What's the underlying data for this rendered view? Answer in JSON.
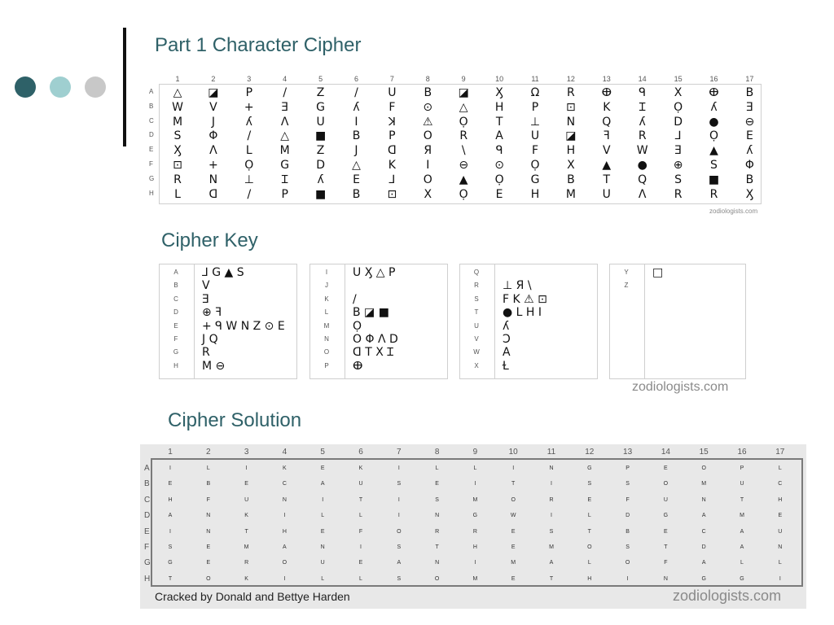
{
  "colors": {
    "dot1": "#2e6168",
    "dot2": "#9fcfd0",
    "dot3": "#c8c8c8",
    "heading": "#2f6168"
  },
  "part1": {
    "title": "Part 1 Character Cipher",
    "columns": [
      "1",
      "2",
      "3",
      "4",
      "5",
      "6",
      "7",
      "8",
      "9",
      "10",
      "11",
      "12",
      "13",
      "14",
      "15",
      "16",
      "17"
    ],
    "rows": [
      "A",
      "B",
      "C",
      "D",
      "E",
      "F",
      "G",
      "H"
    ],
    "cells": [
      [
        "△",
        "◪",
        "P",
        "/",
        "Z",
        "/",
        "U",
        "B",
        "◪",
        "Ӽ",
        "Ω",
        "R",
        "ⴲ",
        "ᑫ",
        "X",
        "ⴲ",
        "B"
      ],
      [
        "W",
        "V",
        "+",
        "Ǝ",
        "G",
        "ʎ",
        "F",
        "⊙",
        "△",
        "H",
        "P",
        "⊡",
        "K",
        "Ɪ",
        "Ọ",
        "ʎ",
        "Ǝ"
      ],
      [
        "M",
        "J",
        "ʎ",
        "Λ",
        "U",
        "I",
        "ꓘ",
        "⚠",
        "Ọ",
        "T",
        "⊥",
        "N",
        "Q",
        "ʎ",
        "D",
        "●",
        "⊖"
      ],
      [
        "S",
        "Φ",
        "/",
        "△",
        "■",
        "B",
        "P",
        "O",
        "R",
        "A",
        "U",
        "◪",
        "ꟻ",
        "R",
        "⅃",
        "Ọ",
        "E"
      ],
      [
        "Ӽ",
        "Λ",
        "L",
        "M",
        "Z",
        "J",
        "ᗡ",
        "Я",
        "\\",
        "ᑫ",
        "F",
        "H",
        "V",
        "W",
        "Ǝ",
        "▲",
        "ʎ"
      ],
      [
        "⊡",
        "+",
        "Ọ",
        "G",
        "D",
        "△",
        "K",
        "I",
        "⊖",
        "⊙",
        "Ọ",
        "X",
        "▲",
        "●",
        "⊕",
        "S",
        "Φ"
      ],
      [
        "R",
        "N",
        "⊥",
        "Ɪ",
        "ʎ",
        "E",
        "⅃",
        "O",
        "▲",
        "Ọ",
        "G",
        "B",
        "T",
        "Q",
        "S",
        "■",
        "B"
      ],
      [
        "L",
        "ᗡ",
        "/",
        "P",
        "■",
        "B",
        "⊡",
        "X",
        "Ọ",
        "E",
        "H",
        "M",
        "U",
        "Λ",
        "R",
        "R",
        "Ӽ"
      ]
    ],
    "credit": "zodiologists.com"
  },
  "key": {
    "title": "Cipher Key",
    "panels": [
      {
        "letters": [
          "A",
          "B",
          "C",
          "D",
          "E",
          "F",
          "G",
          "H"
        ],
        "symbols": [
          "⅃ G ▲ S",
          "V",
          "Ǝ",
          "⊕ ꟻ",
          "+ ᑫ W N Z ⊙ E",
          "J Q",
          "R",
          "M ⊖"
        ]
      },
      {
        "letters": [
          "I",
          "J",
          "K",
          "L",
          "M",
          "N",
          "O",
          "P"
        ],
        "symbols": [
          "U Ӽ △ P",
          "",
          "/",
          "B ◪ ■",
          "Ọ",
          "O Φ Λ D",
          "ᗡ T X Ɪ",
          "ⴲ"
        ]
      },
      {
        "letters": [
          "Q",
          "R",
          "S",
          "T",
          "U",
          "V",
          "W",
          "X"
        ],
        "symbols": [
          "",
          "⊥ Я \\",
          "F K ⚠ ⊡",
          "● L H I",
          "ʎ",
          "Ɔ",
          "A",
          "Ɫ"
        ]
      },
      {
        "letters": [
          "Y",
          "Z"
        ],
        "symbols": [
          "□",
          ""
        ]
      }
    ],
    "credit": "zodiologists.com"
  },
  "solution": {
    "title": "Cipher Solution",
    "columns": [
      "1",
      "2",
      "3",
      "4",
      "5",
      "6",
      "7",
      "8",
      "9",
      "10",
      "11",
      "12",
      "13",
      "14",
      "15",
      "16",
      "17"
    ],
    "rows": [
      "A",
      "B",
      "C",
      "D",
      "E",
      "F",
      "G",
      "H"
    ],
    "cells": [
      [
        "I",
        "L",
        "I",
        "K",
        "E",
        "K",
        "I",
        "L",
        "L",
        "I",
        "N",
        "G",
        "P",
        "E",
        "O",
        "P",
        "L"
      ],
      [
        "E",
        "B",
        "E",
        "C",
        "A",
        "U",
        "S",
        "E",
        "I",
        "T",
        "I",
        "S",
        "S",
        "O",
        "M",
        "U",
        "C"
      ],
      [
        "H",
        "F",
        "U",
        "N",
        "I",
        "T",
        "I",
        "S",
        "M",
        "O",
        "R",
        "E",
        "F",
        "U",
        "N",
        "T",
        "H"
      ],
      [
        "A",
        "N",
        "K",
        "I",
        "L",
        "L",
        "I",
        "N",
        "G",
        "W",
        "I",
        "L",
        "D",
        "G",
        "A",
        "M",
        "E"
      ],
      [
        "I",
        "N",
        "T",
        "H",
        "E",
        "F",
        "O",
        "R",
        "R",
        "E",
        "S",
        "T",
        "B",
        "E",
        "C",
        "A",
        "U"
      ],
      [
        "S",
        "E",
        "M",
        "A",
        "N",
        "I",
        "S",
        "T",
        "H",
        "E",
        "M",
        "O",
        "S",
        "T",
        "D",
        "A",
        "N"
      ],
      [
        "G",
        "E",
        "R",
        "O",
        "U",
        "E",
        "A",
        "N",
        "I",
        "M",
        "A",
        "L",
        "O",
        "F",
        "A",
        "L",
        "L"
      ],
      [
        "T",
        "O",
        "K",
        "I",
        "L",
        "L",
        "S",
        "O",
        "M",
        "E",
        "T",
        "H",
        "I",
        "N",
        "G",
        "G",
        "I"
      ]
    ],
    "credit": "Cracked by Donald and Bettye Harden",
    "site": "zodiologists.com"
  }
}
